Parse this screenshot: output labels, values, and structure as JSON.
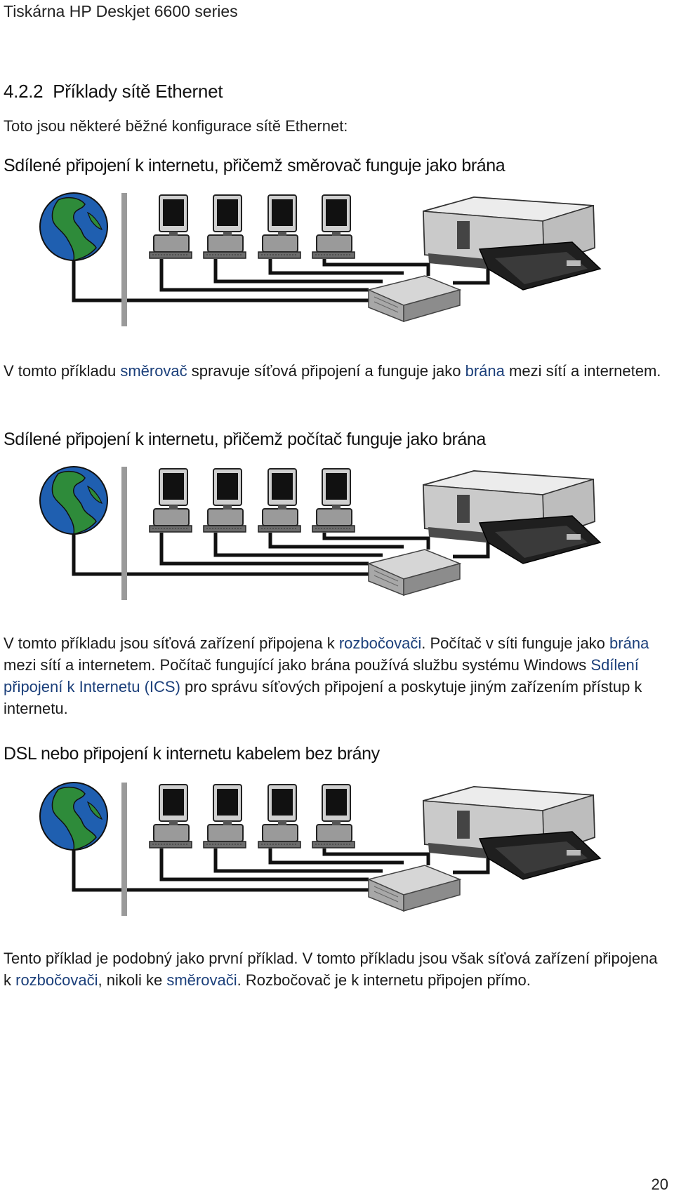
{
  "header": "Tiskárna HP Deskjet 6600 series",
  "section": {
    "number": "4.2.2",
    "title": "Příklady sítě Ethernet"
  },
  "intro": "Toto jsou některé běžné konfigurace sítě Ethernet:",
  "examples": [
    {
      "heading": "Sdílené připojení k internetu, přičemž směrovač funguje jako brána",
      "para": {
        "t0": "V tomto příkladu ",
        "l0": "směrovač",
        "t1": " spravuje síťová připojení a funguje jako ",
        "l1": "brána",
        "t2": " mezi sítí a internetem."
      }
    },
    {
      "heading": "Sdílené připojení k internetu, přičemž počítač funguje jako brána",
      "para": {
        "t0": "V tomto příkladu jsou síťová zařízení připojena k ",
        "l0": "rozbočovači",
        "t1": ". Počítač v síti funguje jako ",
        "l1": "brána",
        "t2": " mezi sítí a internetem. Počítač fungující jako brána používá službu systému Windows ",
        "l2": "Sdílení připojení k Internetu (ICS)",
        "t3": " pro správu síťových připojení a poskytuje jiným zařízením přístup k internetu."
      }
    },
    {
      "heading": "DSL nebo připojení k internetu kabelem bez brány",
      "para": {
        "t0": "Tento příklad je podobný jako první příklad. V tomto příkladu jsou však síťová zařízení připojena k ",
        "l0": "rozbočovači",
        "t1": ", nikoli ke ",
        "l1": "směrovači",
        "t2": ". Rozbočovač je k internetu připojen přímo."
      }
    }
  ],
  "page_number": "20",
  "colors": {
    "link": "#1b3f7a",
    "globe_ocean": "#1f5fb0",
    "globe_land": "#2e8b3a",
    "cable": "#111111"
  },
  "icons": [
    "globe-icon",
    "computer-icon",
    "printer-icon",
    "hub-icon"
  ]
}
